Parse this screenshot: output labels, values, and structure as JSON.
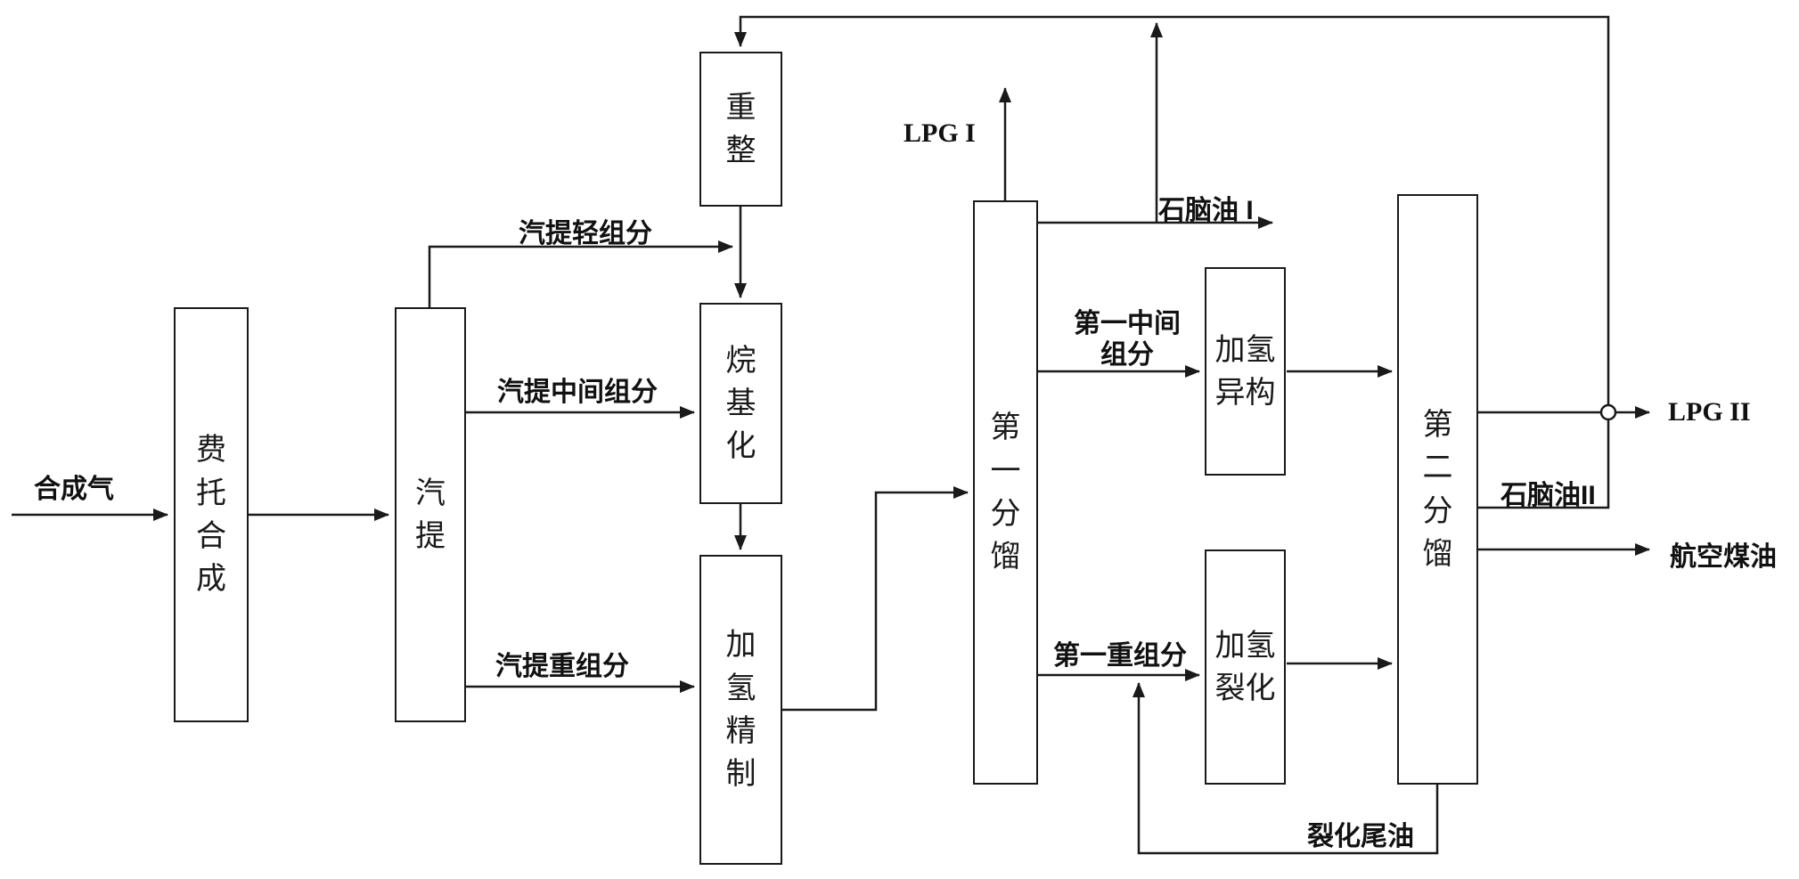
{
  "boxes": {
    "fischer_tropsch": {
      "label": "费托合成"
    },
    "stripping": {
      "label": "汽提"
    },
    "reforming": {
      "label": "重整"
    },
    "alkylation": {
      "label": "烷基化"
    },
    "hydrorefining": {
      "label": "加氢精制"
    },
    "fractionation_1": {
      "label": "第一分馏"
    },
    "hydroisomerization": {
      "label": "加氢异构"
    },
    "hydrocracking": {
      "label": "加氢裂化"
    },
    "fractionation_2": {
      "label": "第二分馏"
    }
  },
  "streams": {
    "syngas": {
      "label": "合成气"
    },
    "stripping_light": {
      "label": "汽提轻组分"
    },
    "stripping_middle": {
      "label": "汽提中间组分"
    },
    "stripping_heavy": {
      "label": "汽提重组分"
    },
    "lpg_1": {
      "label": "LPG I"
    },
    "naphtha_1": {
      "label": "石脑油 I"
    },
    "middle_1": {
      "label": "第一中间组分"
    },
    "heavy_1": {
      "label": "第一重组分"
    },
    "lpg_2": {
      "label": "LPG II"
    },
    "naphtha_2": {
      "label": "石脑油II"
    },
    "jet_fuel": {
      "label": "航空煤油"
    },
    "cracked_tail_oil": {
      "label": "裂化尾油"
    }
  },
  "colors": {
    "line": "#1a1a1a",
    "background": "#ffffff"
  }
}
